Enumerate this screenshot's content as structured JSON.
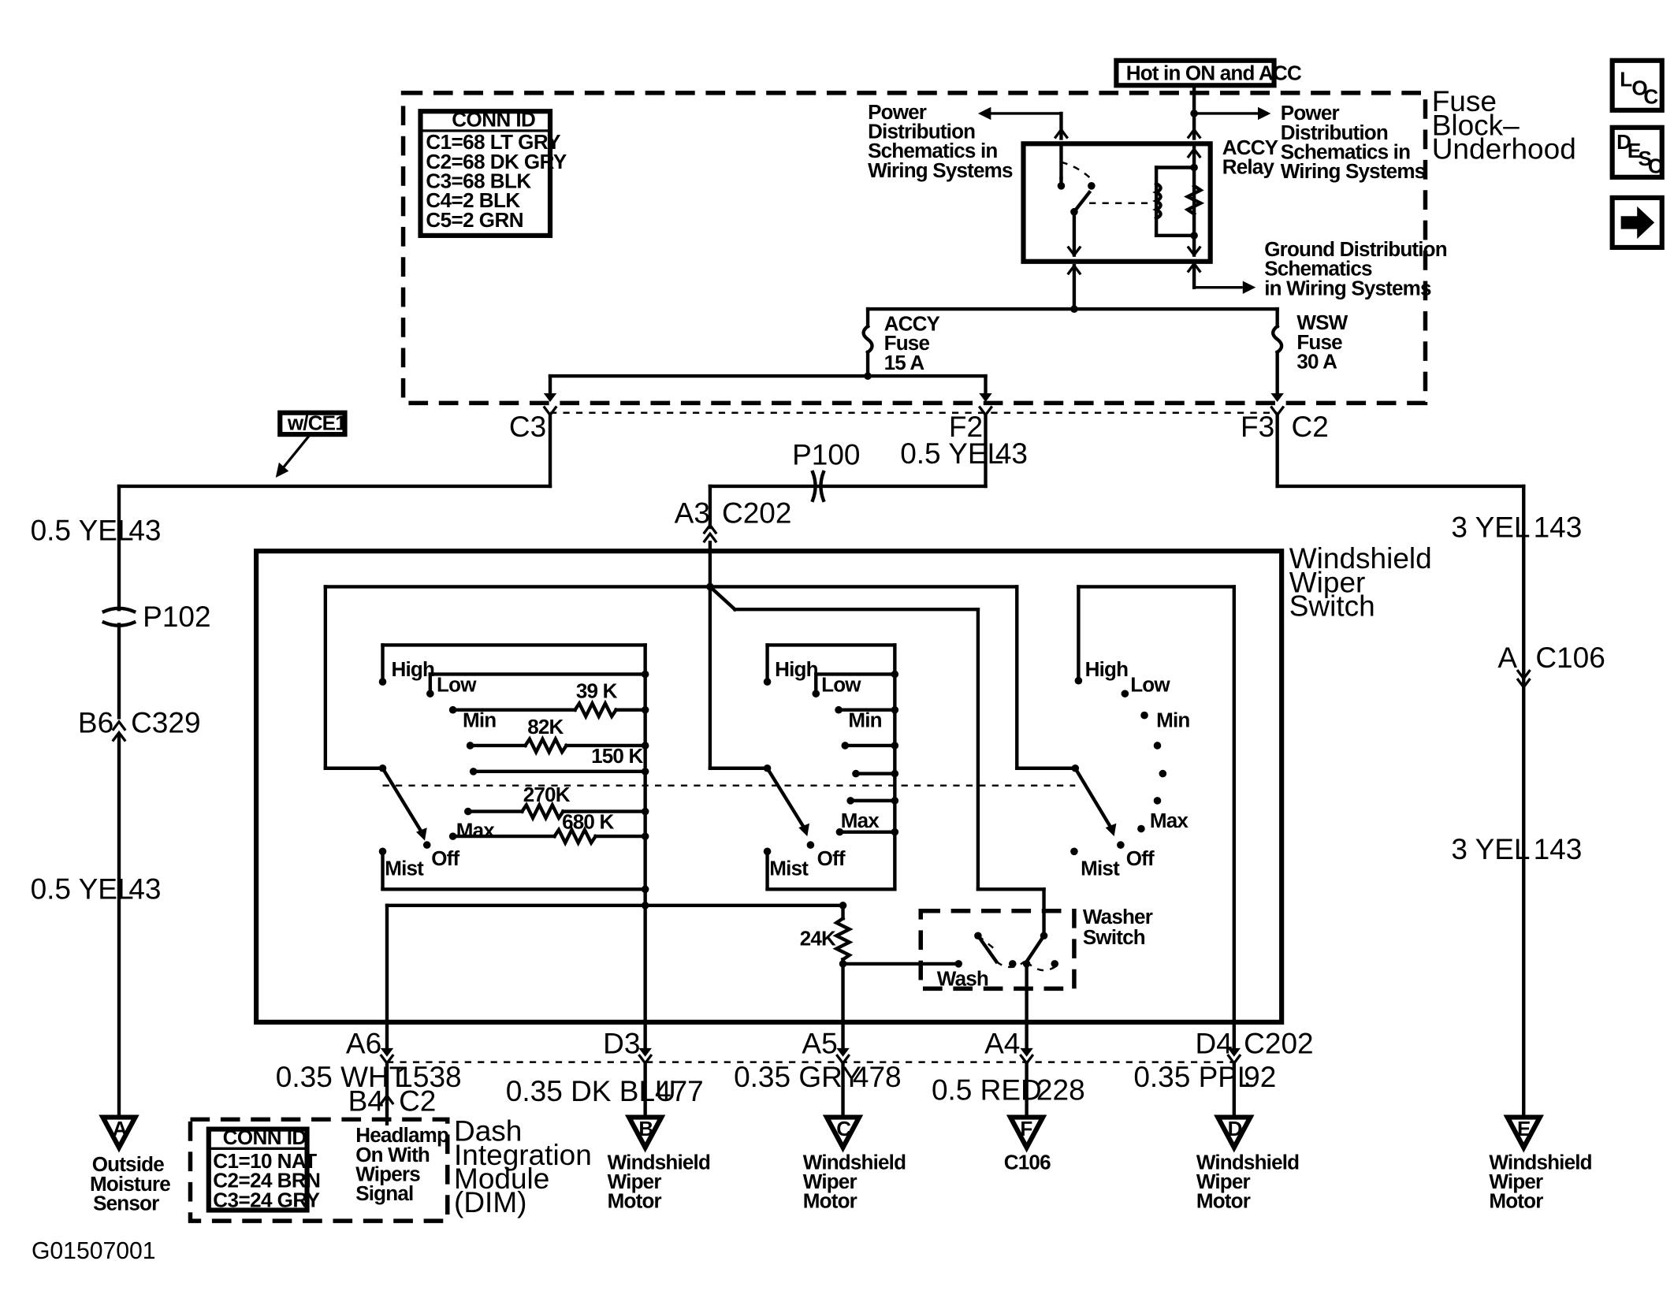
{
  "header": {
    "hot_label": "Hot in ON and ACC"
  },
  "side_icons": [
    {
      "name": "loc",
      "parts": [
        "L",
        "O",
        "C"
      ]
    },
    {
      "name": "desc",
      "parts": [
        "D",
        "E",
        "S",
        "C"
      ]
    },
    {
      "name": "arrow-right-icon"
    }
  ],
  "fuse_block": {
    "title": [
      "Fuse",
      "Block–",
      "Underhood"
    ],
    "conn_id": {
      "title": "CONN ID",
      "rows": [
        "C1=68 LT GRY",
        "C2=68 DK GRY",
        "C3=68 BLK",
        "C4=2 BLK",
        "C5=2 GRN"
      ]
    },
    "power_left": [
      "Power",
      "Distribution",
      "Schematics in",
      "Wiring Systems"
    ],
    "power_right": [
      "Power",
      "Distribution",
      "Schematics in",
      "Wiring Systems"
    ],
    "relay_label": [
      "ACCY",
      "Relay"
    ],
    "ground": [
      "Ground Distribution",
      "Schematics",
      "in Wiring Systems"
    ],
    "accy_fuse": [
      "ACCY",
      "Fuse",
      "15 A"
    ],
    "wsw_fuse": [
      "WSW",
      "Fuse",
      "30 A"
    ]
  },
  "connectors": {
    "c3": "C3",
    "f2": "F2",
    "f3": "F3",
    "c2": "C2",
    "p100": "P100",
    "a3": "A3",
    "c202_top": "C202",
    "p102": "P102",
    "b6": "B6",
    "c329": "C329",
    "a": "A",
    "c106": "C106",
    "a6": "A6",
    "d3": "D3",
    "a5": "A5",
    "a4": "A4",
    "d4": "D4",
    "c202_bottom": "C202",
    "b4": "B4",
    "c2_dim": "C2"
  },
  "wires": {
    "w1_color": "0.5 YEL",
    "w1_num": "43",
    "w2_color": "0.5 YEL",
    "w2_num": "43",
    "w3_color": "0.5 YEL",
    "w3_num": "43",
    "w4_color": "3 YEL",
    "w4_num": "143",
    "w5_color": "3 YEL",
    "w5_num": "143",
    "a6_color": "0.35 WHT",
    "a6_num": "1538",
    "d3_color": "0.35 DK BLU",
    "d3_num": "477",
    "a5_color": "0.35 GRY",
    "a5_num": "478",
    "a4_color": "0.5 RED",
    "a4_num": "228",
    "d4_color": "0.35 PPL",
    "d4_num": "92"
  },
  "option_tag": "w/CE1",
  "switch": {
    "title": [
      "Windshield",
      "Wiper",
      "Switch"
    ],
    "positions": {
      "high": "High",
      "low": "Low",
      "min": "Min",
      "max": "Max",
      "mist": "Mist",
      "off": "Off"
    },
    "resistors": [
      "39 K",
      "82K",
      "150 K",
      "270K",
      "680 K",
      "24K"
    ],
    "washer": [
      "Washer",
      "Switch"
    ],
    "wash": "Wash"
  },
  "dim": {
    "title": [
      "Dash",
      "Integration",
      "Module",
      "(DIM)"
    ],
    "signal": [
      "Headlamp",
      "On With",
      "Wipers",
      "Signal"
    ],
    "conn_id": {
      "title": "CONN ID",
      "rows": [
        "C1=10 NAT",
        "C2=24 BRN",
        "C3=24 GRY"
      ]
    }
  },
  "destinations": [
    {
      "letter": "A",
      "label": [
        "Outside",
        "Moisture",
        "Sensor"
      ]
    },
    {
      "letter": "B",
      "label": [
        "Windshield",
        "Wiper",
        "Motor"
      ]
    },
    {
      "letter": "C",
      "label": [
        "Windshield",
        "Wiper",
        "Motor"
      ]
    },
    {
      "letter": "F",
      "label": [
        "C106"
      ]
    },
    {
      "letter": "D",
      "label": [
        "Windshield",
        "Wiper",
        "Motor"
      ]
    },
    {
      "letter": "E",
      "label": [
        "Windshield",
        "Wiper",
        "Motor"
      ]
    }
  ],
  "figure_id": "G01507001"
}
